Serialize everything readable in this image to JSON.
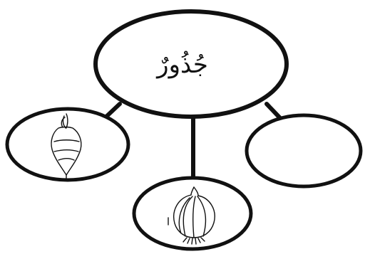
{
  "center_label": "جُذُورٌ",
  "nodes": [
    {
      "name": "turnip",
      "icon": "turnip-icon"
    },
    {
      "name": "onion",
      "icon": "onion-icon"
    },
    {
      "name": "empty",
      "icon": ""
    }
  ],
  "colors": {
    "stroke": "#111111",
    "fill": "#ffffff"
  }
}
